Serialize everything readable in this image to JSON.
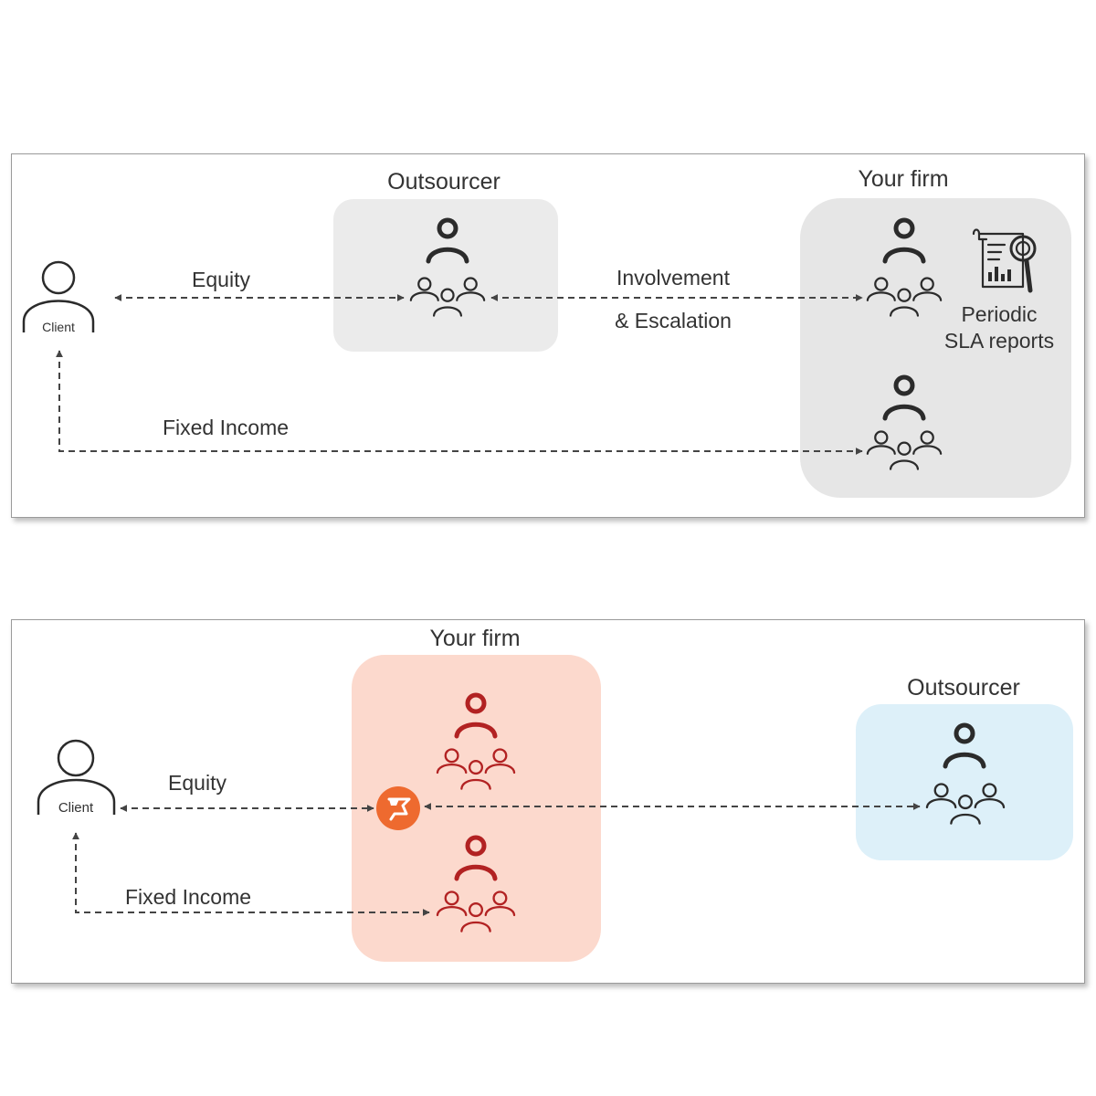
{
  "top": {
    "client_label": "Client",
    "outsourcer_title": "Outsourcer",
    "firm_title": "Your firm",
    "equity_label": "Equity",
    "involvement_line1": "Involvement",
    "involvement_line2": "& Escalation",
    "fixed_income_label": "Fixed Income",
    "sla_line1": "Periodic",
    "sla_line2": "SLA reports"
  },
  "bottom": {
    "client_label": "Client",
    "firm_title": "Your firm",
    "outsourcer_title": "Outsourcer",
    "equity_label": "Equity",
    "fixed_income_label": "Fixed Income"
  },
  "colors": {
    "gray_box": "#ebebeb",
    "firm_box_red": "#fcd9cd",
    "outsourcer_box_blue": "#ddf0f9",
    "red_icon": "#b22222",
    "flag_badge": "#ee6a2f",
    "client_blue": "#2a6ebb",
    "dark_icon": "#2b2b2b"
  }
}
